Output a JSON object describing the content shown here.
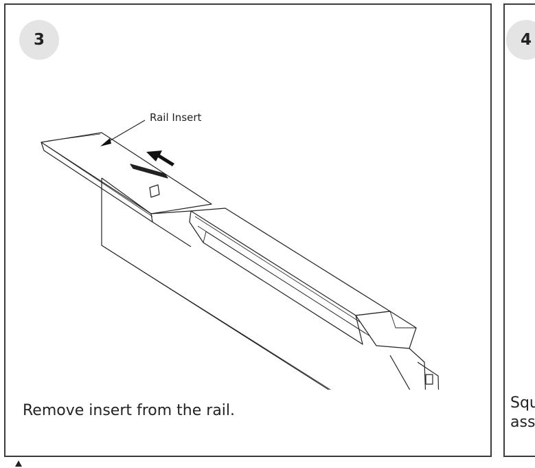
{
  "step3": {
    "number": "3",
    "callout_label": "Rail Insert",
    "caption": "Remove insert from the rail."
  },
  "step4": {
    "number": "4",
    "caption_line1": "Squ",
    "caption_line2": "ass"
  },
  "colors": {
    "border": "#3a3a3a",
    "badge": "#e4e4e4",
    "line": "#222222"
  }
}
